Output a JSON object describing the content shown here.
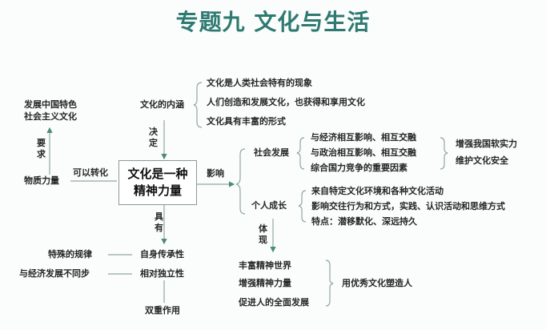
{
  "title": "专题九  文化与生活",
  "central": {
    "line1": "文化是一种",
    "line2": "精神力量"
  },
  "left": {
    "goal": {
      "line1": "发展中国特色",
      "line2": "社会主义文化"
    },
    "require_label": "要求",
    "material": "物质力量",
    "convert_label": "可以转化"
  },
  "connotation": {
    "label": "文化的内涵",
    "items": [
      "文化是人类社会特有的现象",
      "人们创造和发展文化，也获得和享用文化",
      "文化具有丰富的形式"
    ],
    "decides_label": "决定"
  },
  "influence": {
    "label": "影响",
    "society": {
      "label": "社会发展",
      "items": [
        "与经济相互影响、相互交融",
        "与政治相互影响、相互交融",
        "综合国力竞争的重要因素"
      ],
      "results": [
        "增强我国软实力",
        "维护文化安全"
      ]
    },
    "individual": {
      "label": "个人成长",
      "items": [
        "来自特定文化环境和各种文化活动",
        "影响交往行为和方式，实践、认识活动和思维方式",
        "特点：潜移默化、深远持久"
      ],
      "embody_label": "体现",
      "effects": [
        "丰富精神世界",
        "增强精神力量",
        "促进人的全面发展"
      ],
      "effect_result": "用优秀文化塑造人"
    }
  },
  "features": {
    "has_label": "具有",
    "items": [
      {
        "label": "自身传承性",
        "note": "特殊的规律"
      },
      {
        "label": "相对独立性",
        "note": "与经济发展不同步"
      }
    ],
    "dual": "双重作用"
  },
  "colors": {
    "title": "#2e7a70",
    "line": "#8fa9a3",
    "arrow": "#4e8a7c"
  }
}
